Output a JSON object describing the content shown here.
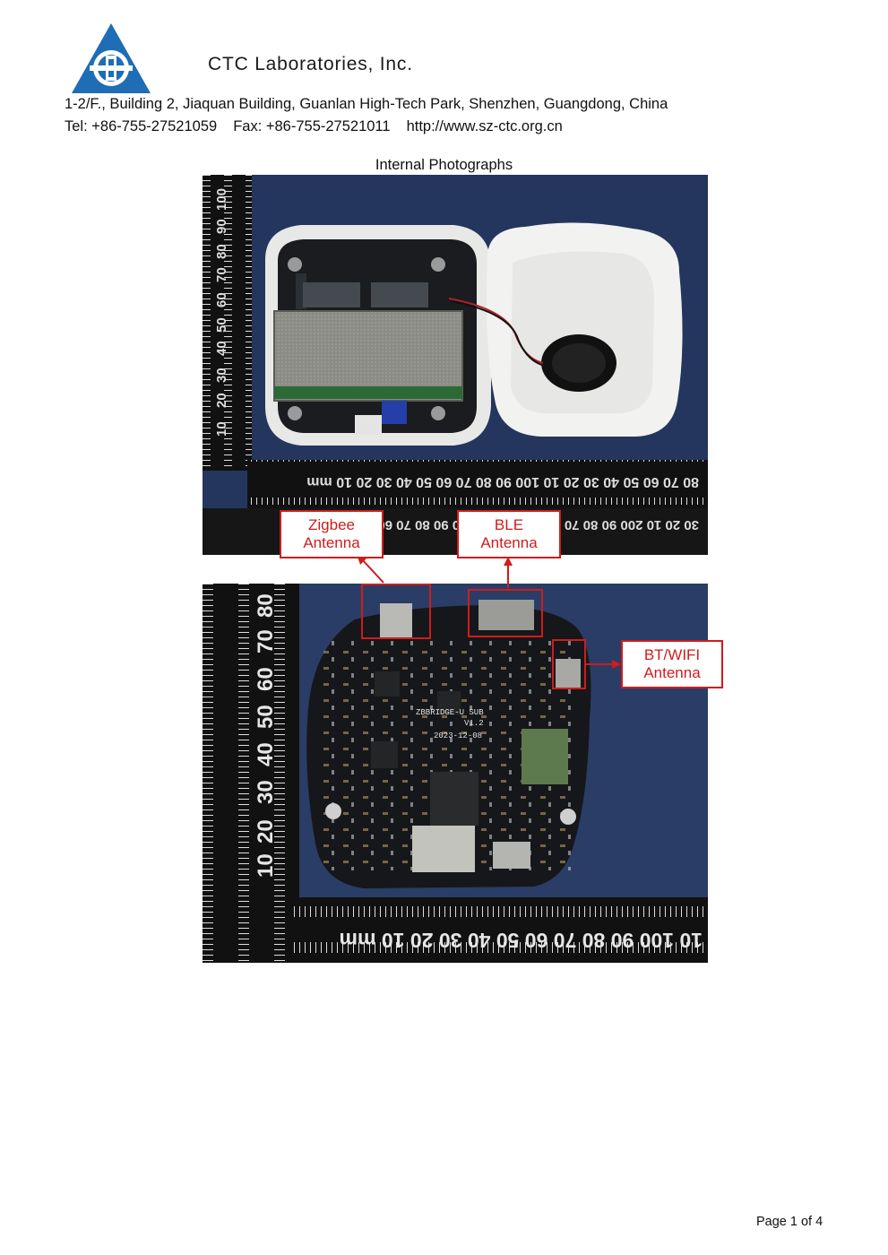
{
  "header": {
    "company": "CTC Laboratories, Inc.",
    "address": "1-2/F., Building 2, Jiaquan Building, Guanlan High-Tech Park, Shenzhen, Guangdong, China",
    "tel": "Tel: +86-755-27521059",
    "fax": "Fax: +86-755-27521011",
    "website": "http://www.sz-ctc.org.cn"
  },
  "photo_section_title": "Internal Photographs",
  "callouts": {
    "zigbee": {
      "line1": "Zigbee",
      "line2": "Antenna"
    },
    "ble": {
      "line1": "BLE",
      "line2": "Antenna"
    },
    "btwifi": {
      "line1": "BT/WIFI",
      "line2": "Antenna"
    }
  },
  "board_silkscreen": {
    "name": "ZBBRIDGE-U SUB",
    "version": "V1.2",
    "date": "2023-12-08"
  },
  "ruler_units": "mm",
  "footer": {
    "page": "Page 1 of 4"
  },
  "colors": {
    "accent_red": "#d01c1c",
    "logo_blue": "#1f6db5",
    "ruler_black": "#111111",
    "backdrop_blue": "#24365e"
  }
}
